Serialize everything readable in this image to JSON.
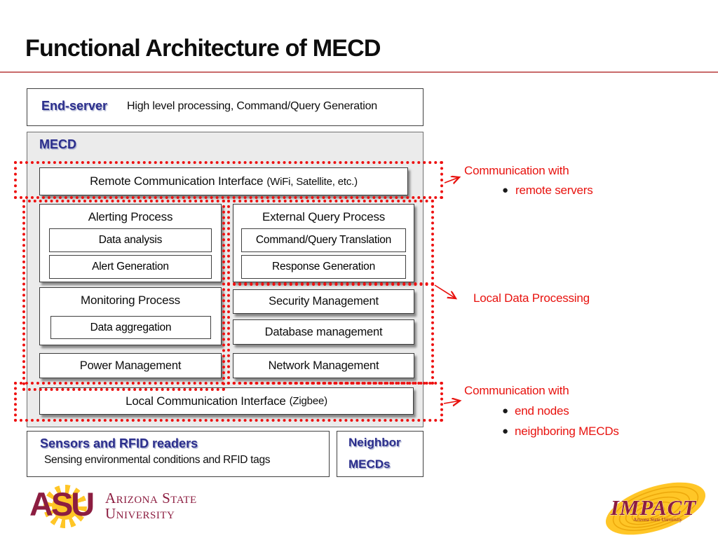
{
  "slide": {
    "title": "Functional Architecture of MECD"
  },
  "end_server": {
    "label": "End-server",
    "description": "High level processing, Command/Query Generation"
  },
  "mecd": {
    "label": "MECD",
    "remote_interface": {
      "text": "Remote Communication Interface",
      "detail": "(WiFi, Satellite, etc.)"
    },
    "alerting_process": {
      "title": "Alerting Process",
      "items": [
        "Data analysis",
        "Alert Generation"
      ]
    },
    "external_query_process": {
      "title": "External Query Process",
      "items": [
        "Command/Query Translation",
        "Response Generation"
      ]
    },
    "monitoring_process": {
      "title": "Monitoring Process",
      "items": [
        "Data aggregation"
      ]
    },
    "power_management": "Power Management",
    "security_management": "Security Management",
    "database_management": "Database management",
    "network_management": "Network Management",
    "local_interface": {
      "text": "Local Communication Interface",
      "detail": "(Zigbee)"
    }
  },
  "sensors": {
    "label": "Sensors and RFID readers",
    "description": "Sensing environmental conditions and RFID tags"
  },
  "neighbor": {
    "line1": "Neighbor",
    "line2": "MECDs"
  },
  "annotations": {
    "remote": {
      "title": "Communication with",
      "bullets": [
        "remote servers"
      ]
    },
    "local": {
      "title": "Local Data Processing"
    },
    "nodes": {
      "title": "Communication with",
      "bullets": [
        "end nodes",
        "neighboring MECDs"
      ]
    }
  },
  "logos": {
    "asu": {
      "acronym": "ASU",
      "name_line1": "Arizona State",
      "name_line2": "University"
    },
    "impact": {
      "name": "IMPACT",
      "subtitle": "Arizona State University"
    }
  },
  "colors": {
    "annotation_red": "#e8120e",
    "dashed_red": "#ee1111",
    "navy_label": "#2b2e8c",
    "asu_maroon": "#8c1d40",
    "asu_gold": "#ffc627",
    "mecd_gray": "#ebebeb",
    "title_rule": "#c96a6a"
  }
}
